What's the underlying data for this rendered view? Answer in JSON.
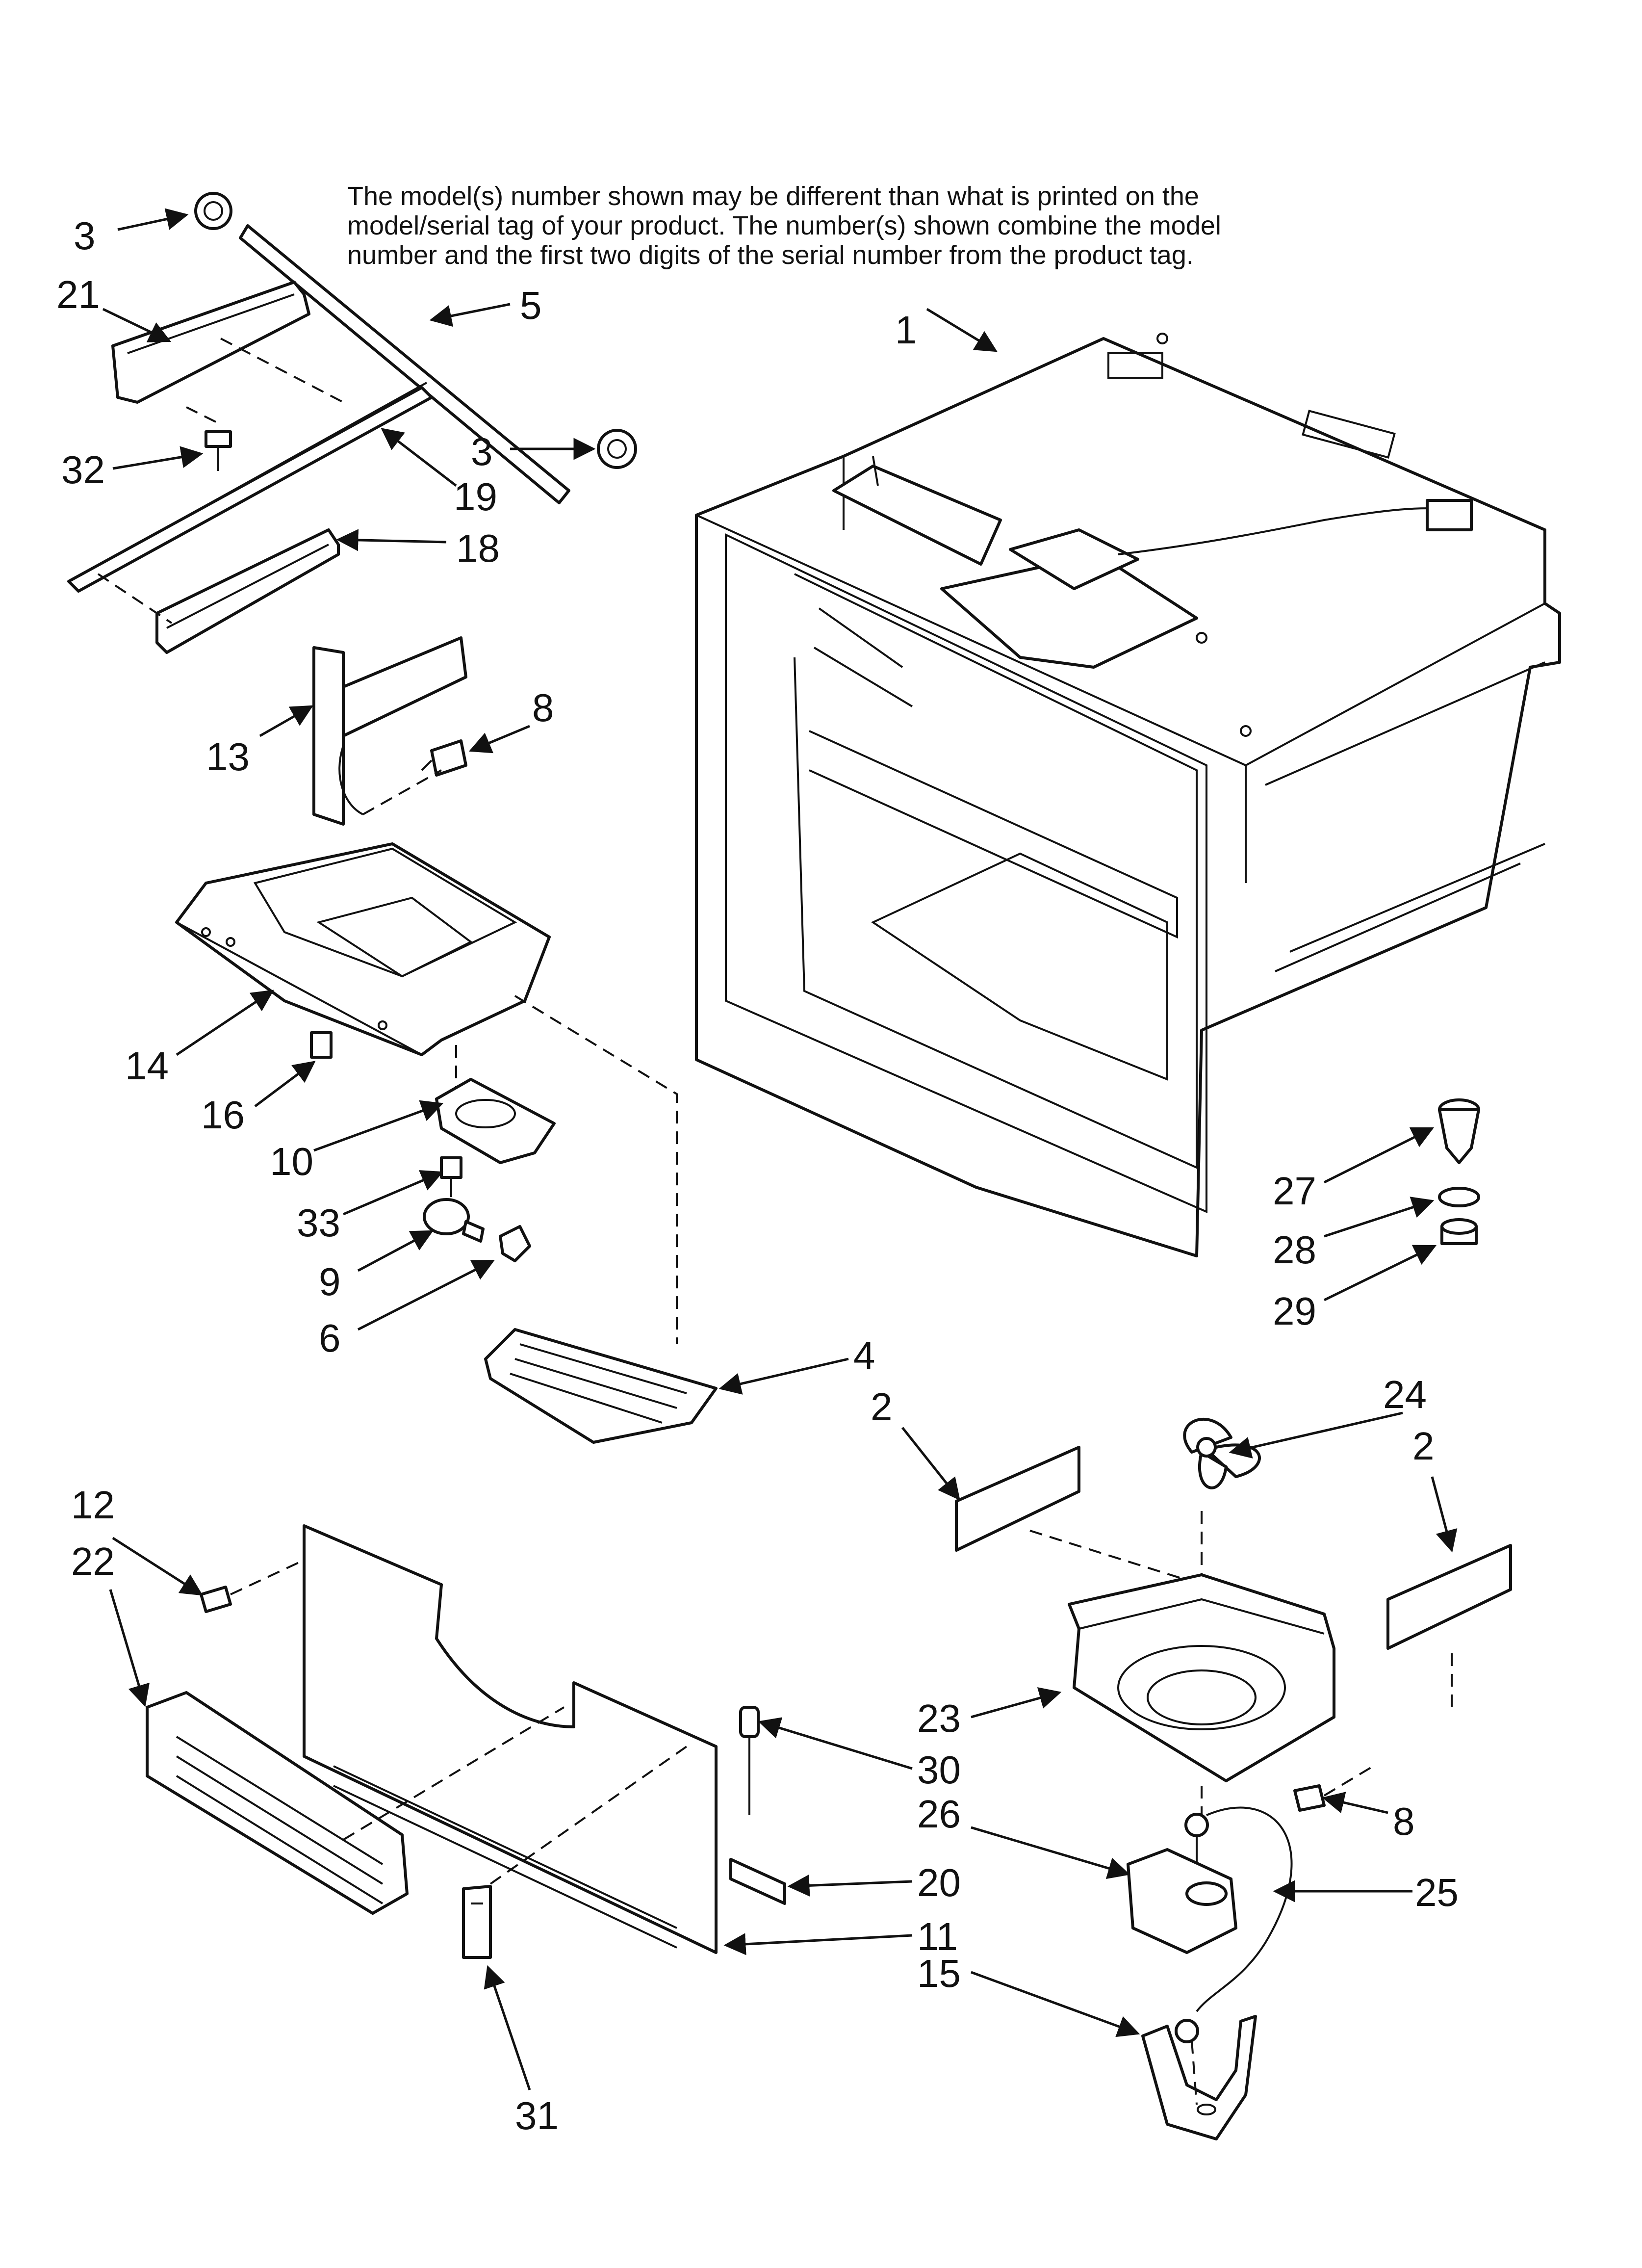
{
  "note": {
    "line1": "The model(s) number shown may be different than what is printed on the",
    "line2": "model/serial tag of your product. The number(s) shown combine the model",
    "line3": "number and the first two digits of the serial number from the product tag."
  },
  "callouts": {
    "c1": "1",
    "c2a": "2",
    "c2b": "2",
    "c3a": "3",
    "c3b": "3",
    "c4": "4",
    "c5": "5",
    "c6": "6",
    "c8a": "8",
    "c8b": "8",
    "c9": "9",
    "c10": "10",
    "c11": "11",
    "c12": "12",
    "c13": "13",
    "c14": "14",
    "c15": "15",
    "c16": "16",
    "c18": "18",
    "c19": "19",
    "c20": "20",
    "c21": "21",
    "c22": "22",
    "c23": "23",
    "c24": "24",
    "c25": "25",
    "c26": "26",
    "c27": "27",
    "c28": "28",
    "c29": "29",
    "c30": "30",
    "c31": "31",
    "c32": "32",
    "c33": "33"
  }
}
